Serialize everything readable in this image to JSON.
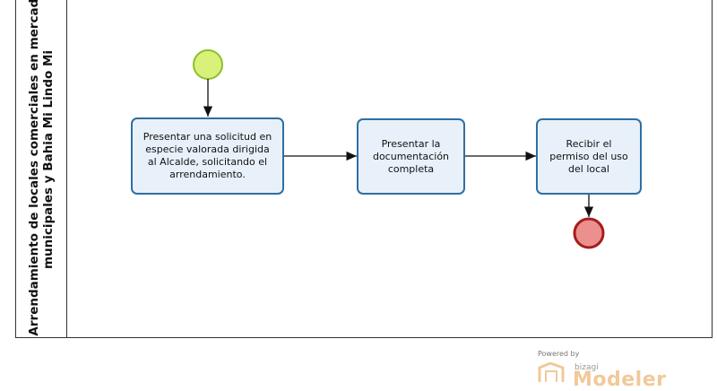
{
  "pool": {
    "lane_title": "Arrendamiento de locales comerciales en mercados municipales y Bahia Mi Lindo Mi"
  },
  "tasks": [
    {
      "label": "Presentar una solicitud en especie valorada dirigida al Alcalde, solicitando el arrendamiento."
    },
    {
      "label": "Presentar la documentación completa"
    },
    {
      "label": "Recibir el permiso del uso del local"
    }
  ],
  "events": {
    "start_color": "#d9f07a",
    "end_color": "#ec8f8f"
  },
  "colors": {
    "task_border": "#2f6fa3",
    "task_fill": "#e8f1fa"
  },
  "branding": {
    "powered_by": "Powered by",
    "vendor": "bizagi",
    "product": "Modeler"
  }
}
